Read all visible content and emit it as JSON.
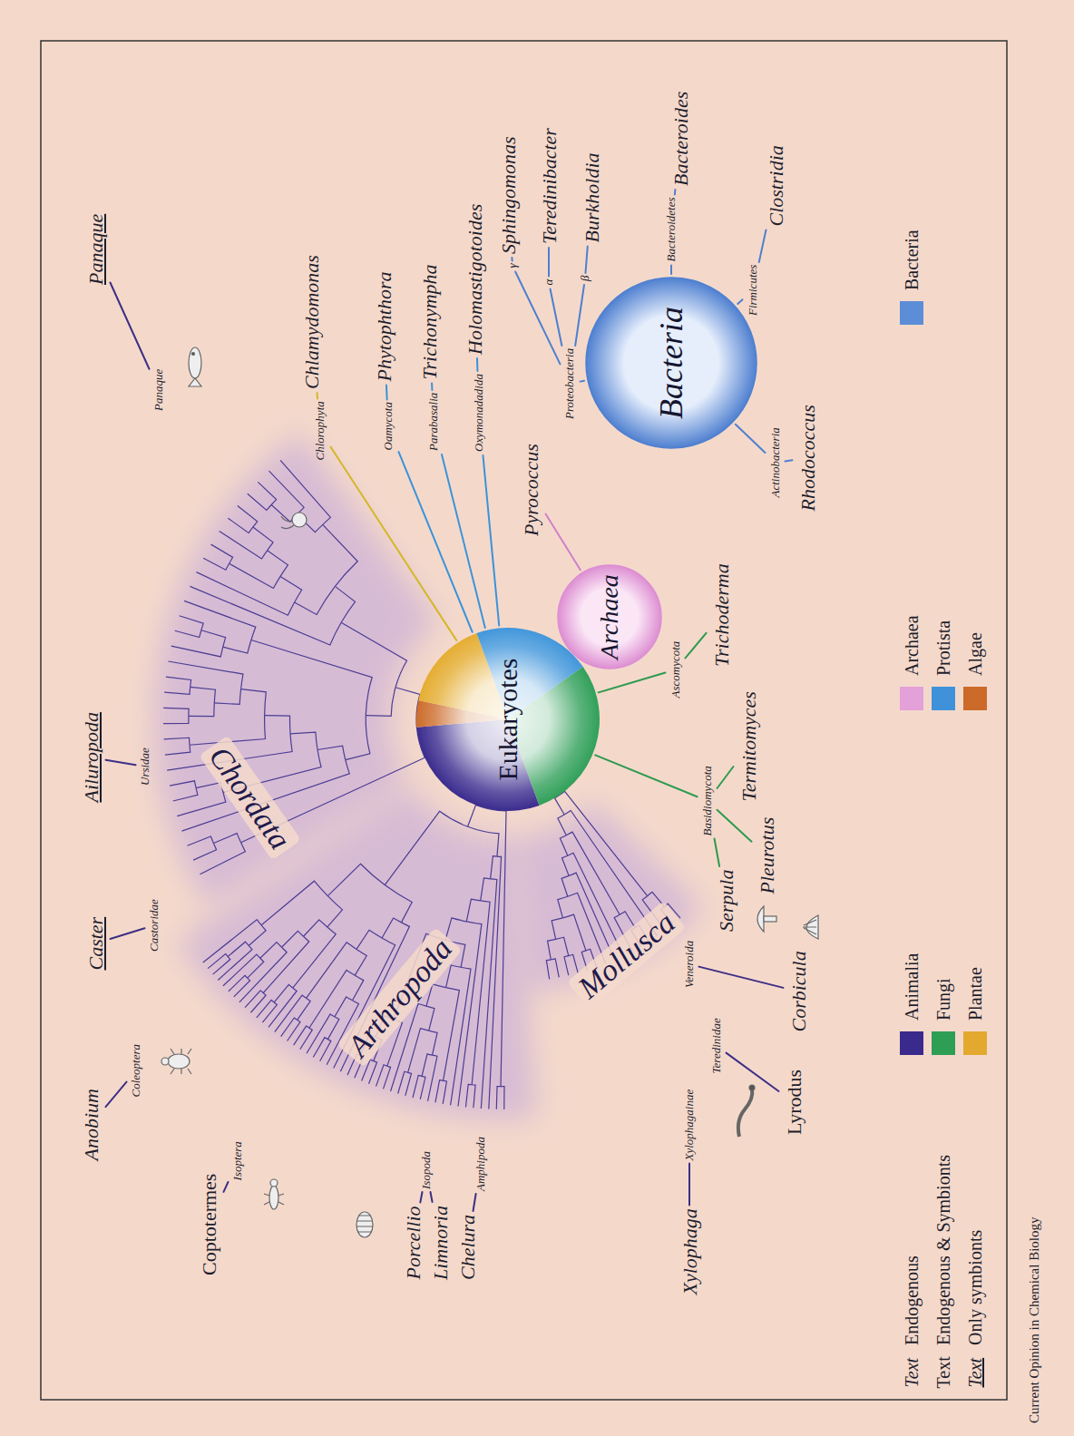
{
  "diagram": {
    "nodes": [
      {
        "text": [
          "Eukaryotes"
        ]
      },
      {
        "text": [
          "Archaea"
        ]
      },
      {
        "text": [
          "Bacteria"
        ]
      }
    ],
    "labels": [
      "Panaque",
      "Panaque",
      "Ailuropoda",
      "Ursidae",
      "Caster",
      "Castoridae",
      "Anobium",
      "Coleoptera",
      "Coptotermes",
      "Isoptera",
      "Porcellio",
      "Limnoria",
      "Isopoda",
      "Chelura",
      "Amphipoda",
      "Arthropoda",
      "Chordata",
      "Mollusca",
      "Xylophaga",
      "Xylophagainae",
      "Lyrodus",
      "Teredinidae",
      "Corbicula",
      "Veneroida",
      "Serpula",
      "Basidiomycota",
      "Pleurotus",
      "Termitomyces",
      "Ascomycota",
      "Trichoderma",
      "Chlamydomonas",
      "Chlorophyta",
      "Phytophthora",
      "Oamycota",
      "Trichonympha",
      "Parabasalia",
      "Holomastigotoides",
      "Oxymonadadida",
      "Pyrococcus",
      "Proteobacteria",
      "γ",
      "Sphingomonas",
      "α",
      "Teredinibacter",
      "β",
      "Burkholdia",
      "Bacteroidetes",
      "Bacteroides",
      "Firmicutes",
      "Clostridia",
      "Actinobacteria",
      "Rhodococcus",
      "Text",
      "Text",
      "Text",
      "Current Opinion in Chemical Biology"
    ],
    "legend": [
      {
        "text": "Endogenous"
      },
      {
        "text": "Endogenous & Symbionts"
      },
      {
        "text": "Only symbionts"
      },
      {
        "text": "Animalia",
        "color": "#3a2a8c"
      },
      {
        "text": "Fungi",
        "color": "#2f9e55"
      },
      {
        "text": "Plantae",
        "color": "#e3a92e"
      },
      {
        "text": "Archaea",
        "color": "#e3a0d9"
      },
      {
        "text": "Protista",
        "color": "#3f92d9"
      },
      {
        "text": "Algae",
        "color": "#cc6a2a"
      },
      {
        "text": "Bacteria",
        "color": "#5b8ed6"
      }
    ]
  }
}
